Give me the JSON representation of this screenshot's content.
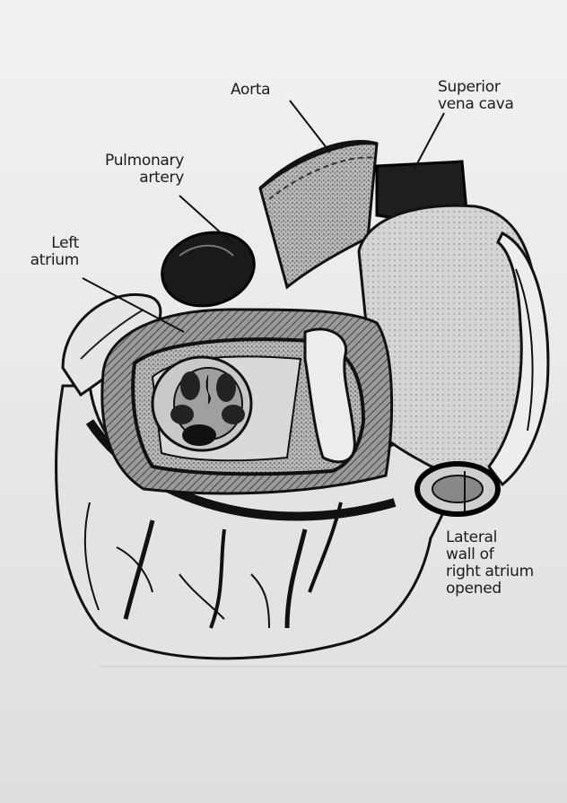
{
  "labels": {
    "aorta": [
      "Aorta"
    ],
    "superior_vena_cava": [
      "Superior",
      "vena cava"
    ],
    "pulmonary_artery": [
      "Pulmonary",
      "artery"
    ],
    "left_atrium": [
      "Left",
      "atrium"
    ],
    "lateral_wall": [
      "Lateral",
      "wall of",
      "right atrium",
      "opened"
    ]
  }
}
